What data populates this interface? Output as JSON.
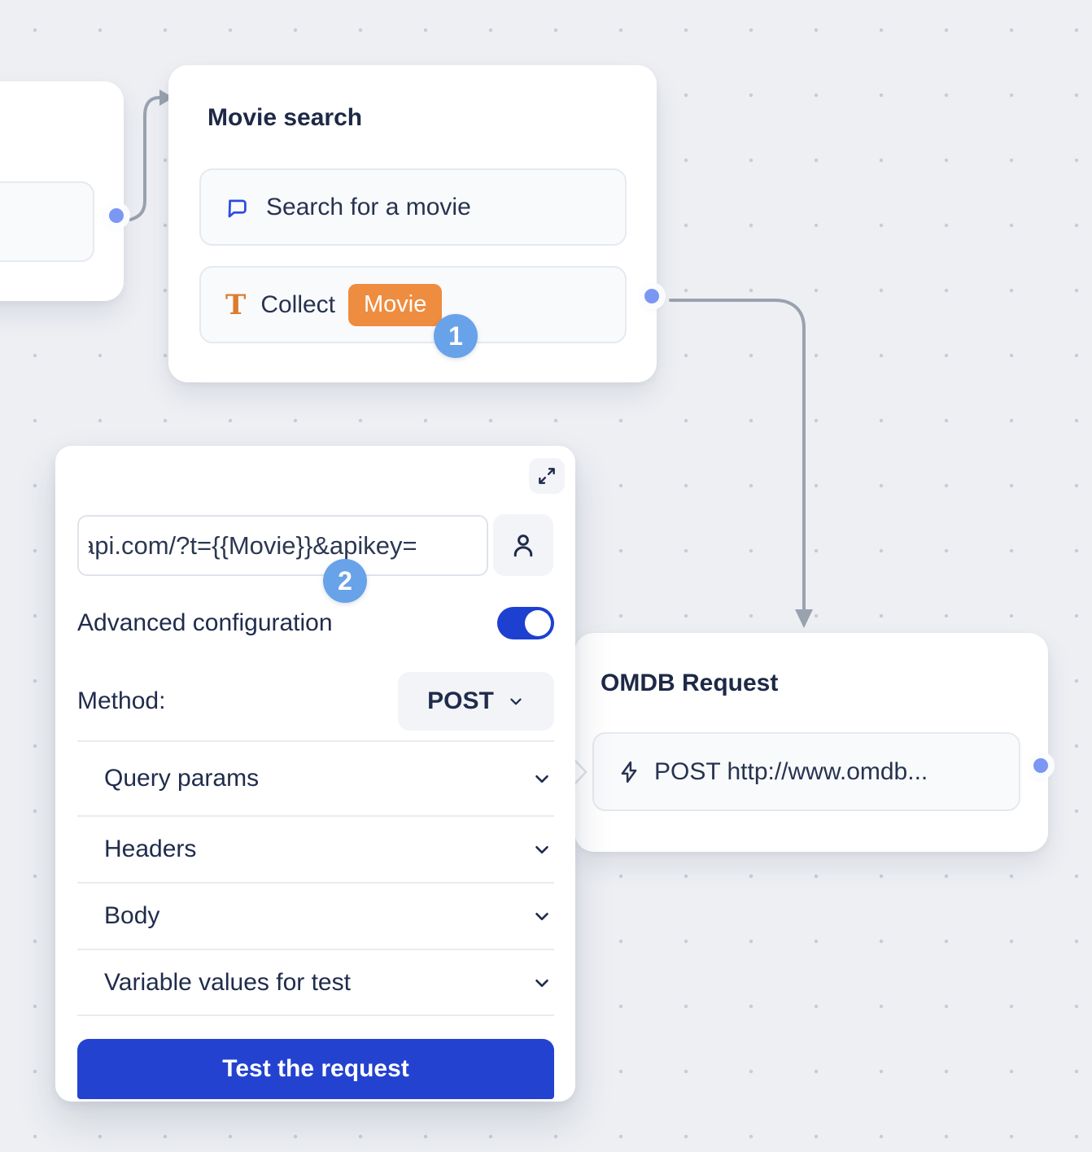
{
  "flow": {
    "movie_node": {
      "title": "Movie search",
      "items": [
        {
          "icon": "chat-bubble-icon",
          "label": "Search for a movie"
        },
        {
          "icon": "text-collect-icon",
          "label": "Collect",
          "variable_badge": "Movie"
        }
      ],
      "step_badge": "1"
    },
    "omdb_node": {
      "title": "OMDB Request",
      "item": {
        "icon": "lightning-icon",
        "label": "POST http://www.omdb..."
      }
    }
  },
  "config_panel": {
    "step_badge": "2",
    "url_input_value": "api.com/?t={{Movie}}&apikey=",
    "advanced_config_label": "Advanced configuration",
    "advanced_config_on": true,
    "method_label": "Method:",
    "method_value": "POST",
    "sections": [
      {
        "label": "Query params"
      },
      {
        "label": "Headers"
      },
      {
        "label": "Body"
      },
      {
        "label": "Variable values for test"
      }
    ],
    "test_button_label": "Test the request"
  },
  "colors": {
    "canvas_bg": "#edeff3",
    "dot_grid": "#c7ccd8",
    "brand_blue": "#2342d0",
    "toggle_blue": "#1d40d0",
    "step_badge_blue": "#68a2e9",
    "variable_orange": "#ee8c3f",
    "port_blue": "#7b97f2",
    "connector_gray": "#9aa1af",
    "text_navy": "#202c4c"
  }
}
